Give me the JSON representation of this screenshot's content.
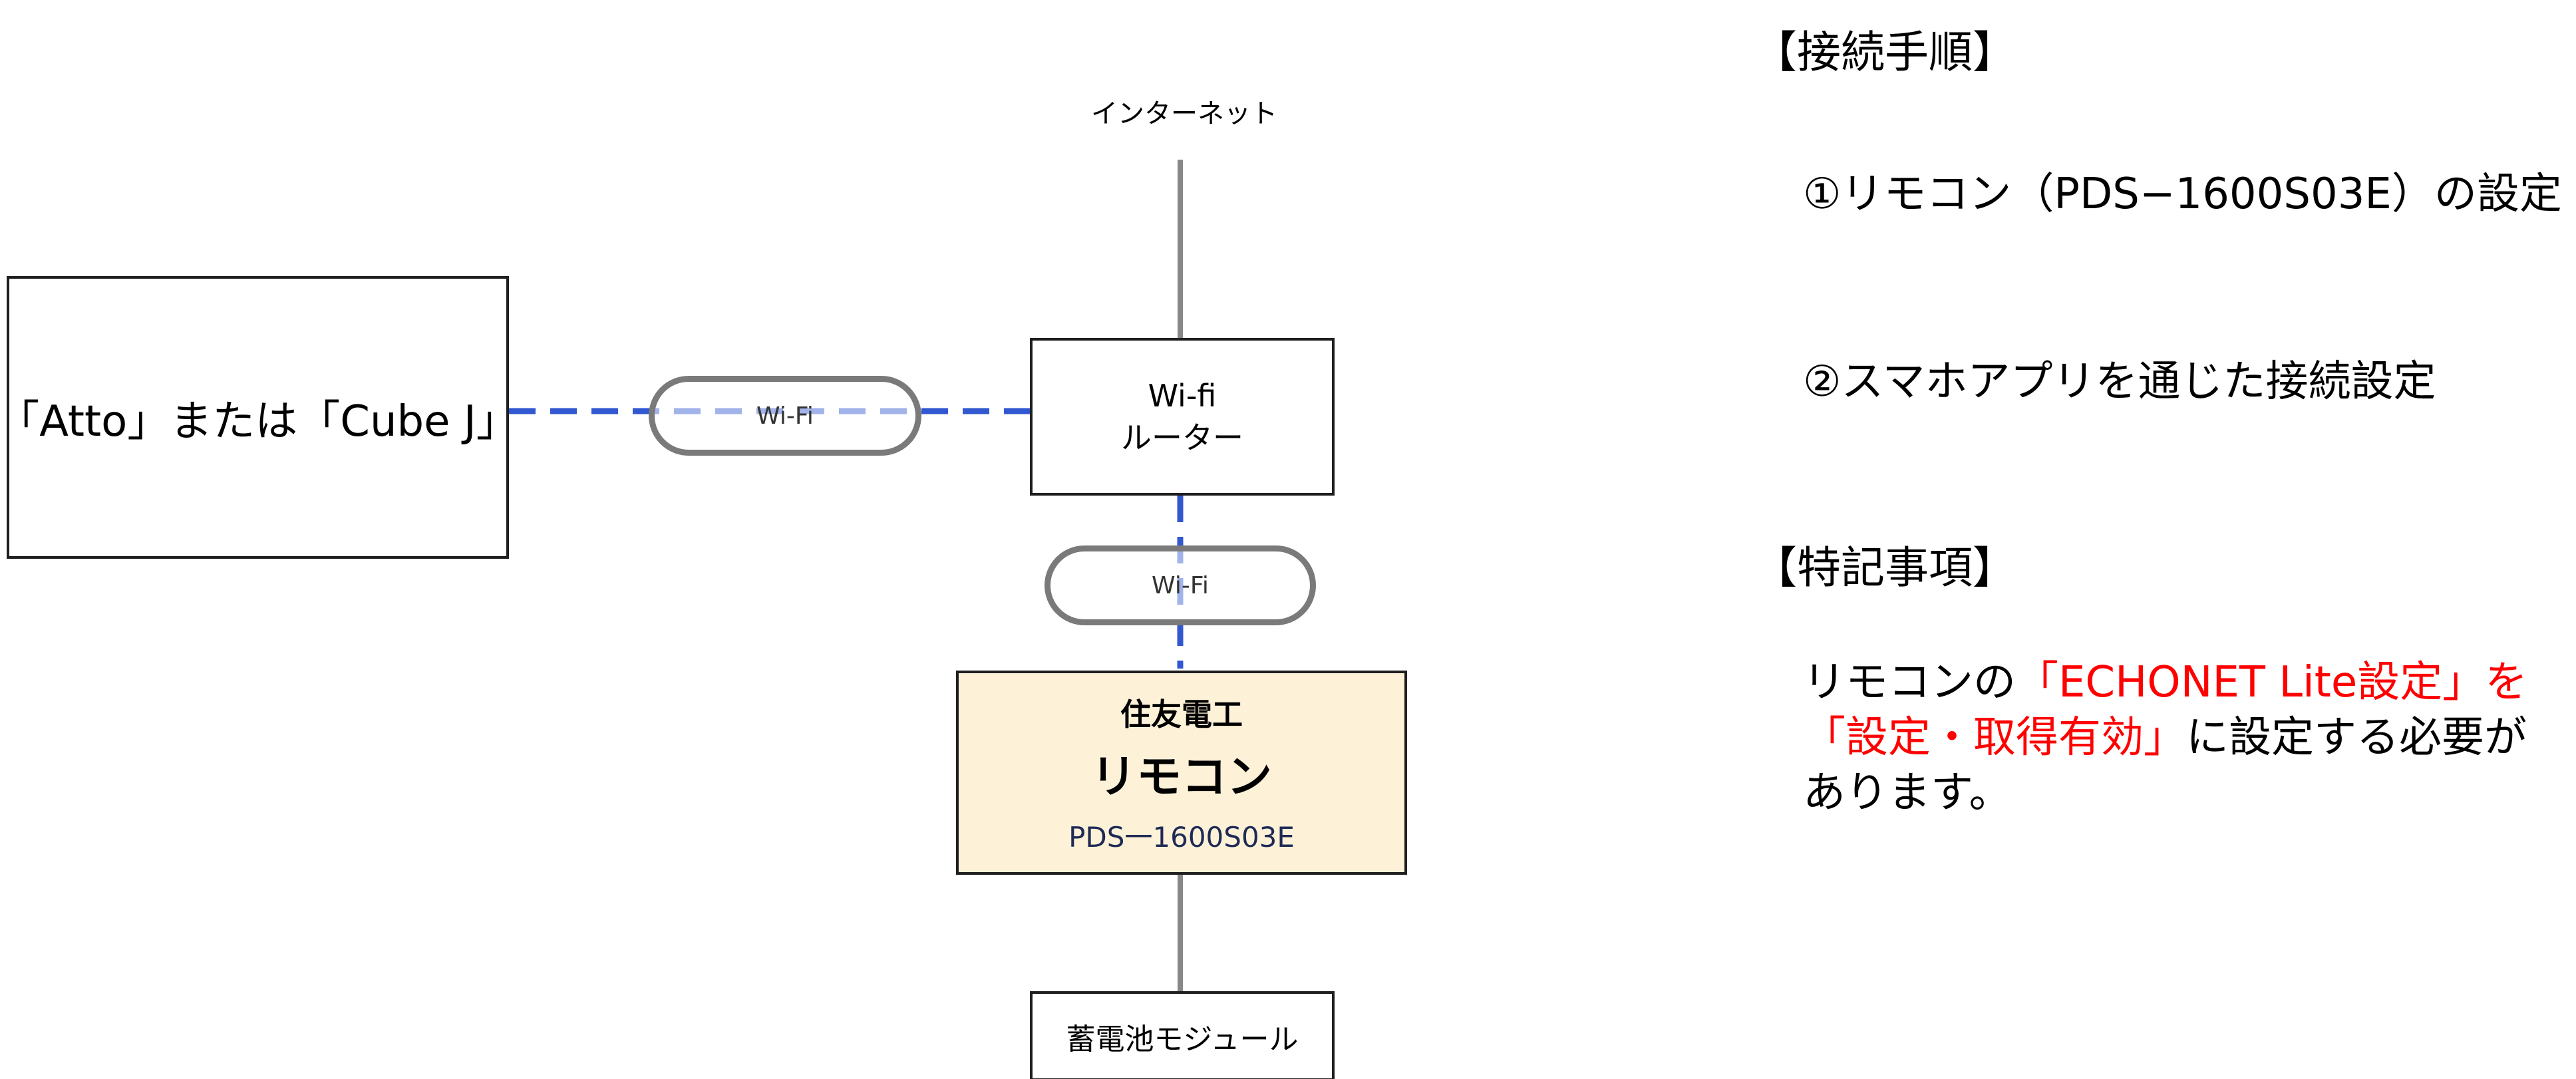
{
  "diagram": {
    "internet_label": "インターネット",
    "device_box": {
      "label": "「Atto」または「Cube J」"
    },
    "router_box": {
      "line1": "Wi-fi",
      "line2": "ルーター"
    },
    "wifi_pill_horizontal": {
      "label": "Wi-Fi"
    },
    "wifi_pill_vertical": {
      "label": "Wi-Fi"
    },
    "remote_box": {
      "maker": "住友電工",
      "name": "リモコン",
      "model": "PDS一1600S03E",
      "fill_color": "#fdf2d8"
    },
    "battery_box": {
      "label": "蓄電池モジュール"
    },
    "colors": {
      "wifi_dashed_line": "#3157d1",
      "solid_line": "#888888",
      "pill_border": "#7a7a7a",
      "box_border": "#1f1f1f"
    }
  },
  "instructions": {
    "steps_heading": "【接続手順】",
    "step1": "①リモコン（PDS−1600S03E）の設定",
    "step2": "②スマホアプリを通じた接続設定",
    "notes_heading": "【特記事項】",
    "note": {
      "part1": "リモコンの",
      "highlight": "「ECHONET Lite設定」を「設定・取得有効」",
      "part2": "に設定する必要があります。",
      "highlight_color": "#ff0000"
    }
  }
}
